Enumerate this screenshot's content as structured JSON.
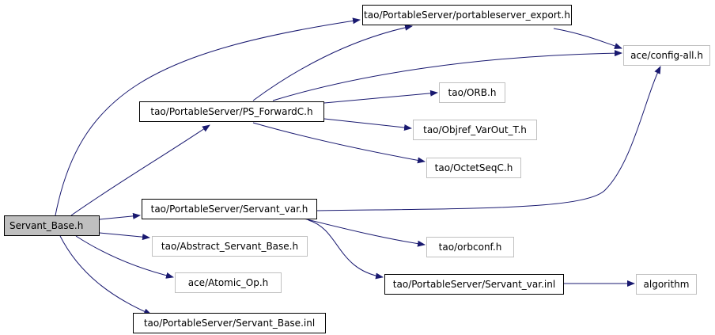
{
  "colors": {
    "edge": "#191970",
    "root_fill": "#bfbfbf",
    "strong_border": "#000000",
    "weak_border": "#c0c0c0"
  },
  "nodes": {
    "servant_base_h": "Servant_Base.h",
    "portableserver_export_h": "tao/PortableServer/portableserver_export.h",
    "config_all_h": "ace/config-all.h",
    "ps_forwardc_h": "tao/PortableServer/PS_ForwardC.h",
    "orb_h": "tao/ORB.h",
    "objref_varout_t_h": "tao/Objref_VarOut_T.h",
    "octetseqc_h": "tao/OctetSeqC.h",
    "servant_var_h": "tao/PortableServer/Servant_var.h",
    "abstract_servant_base_h": "tao/Abstract_Servant_Base.h",
    "orbconf_h": "tao/orbconf.h",
    "atomic_op_h": "ace/Atomic_Op.h",
    "servant_var_inl": "tao/PortableServer/Servant_var.inl",
    "algorithm": "algorithm",
    "servant_base_inl": "tao/PortableServer/Servant_Base.inl"
  },
  "edges": [
    [
      "servant_base_h",
      "portableserver_export_h"
    ],
    [
      "servant_base_h",
      "ps_forwardc_h"
    ],
    [
      "servant_base_h",
      "servant_var_h"
    ],
    [
      "servant_base_h",
      "abstract_servant_base_h"
    ],
    [
      "servant_base_h",
      "atomic_op_h"
    ],
    [
      "servant_base_h",
      "servant_base_inl"
    ],
    [
      "portableserver_export_h",
      "config_all_h"
    ],
    [
      "ps_forwardc_h",
      "portableserver_export_h"
    ],
    [
      "ps_forwardc_h",
      "config_all_h"
    ],
    [
      "ps_forwardc_h",
      "orb_h"
    ],
    [
      "ps_forwardc_h",
      "objref_varout_t_h"
    ],
    [
      "ps_forwardc_h",
      "octetseqc_h"
    ],
    [
      "servant_var_h",
      "config_all_h"
    ],
    [
      "servant_var_h",
      "orbconf_h"
    ],
    [
      "servant_var_h",
      "servant_var_inl"
    ],
    [
      "servant_var_inl",
      "algorithm"
    ]
  ]
}
